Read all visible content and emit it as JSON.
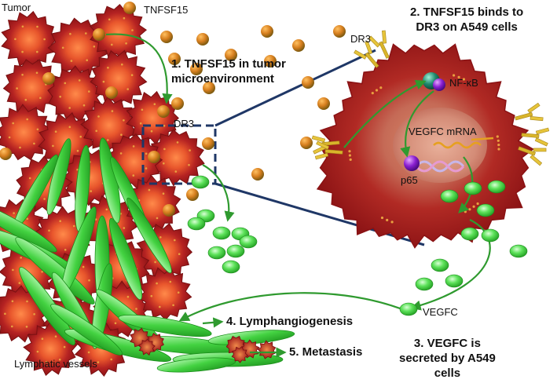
{
  "labels": {
    "tumor": "Tumor",
    "tnfsf15": "TNFSF15",
    "dr3_top": "DR3",
    "dr3_tumor": "DR3",
    "nfkb": "NF-κB",
    "vegfc_mrna": "VEGFC mRNA",
    "p65": "p65",
    "vegfc": "VEGFC",
    "lymphatic_vessels": "Lymphatic vessels"
  },
  "steps": {
    "step1_line1": "1. TNFSF15 in tumor",
    "step1_line2": "microenvironment",
    "step2_line1": "2. TNFSF15 binds to",
    "step2_line2": "DR3 on A549 cells",
    "step3_line1": "3. VEGFC is",
    "step3_line2": "secreted by A549",
    "step3_line3": "cells",
    "step4": "4. Lymphangiogenesis",
    "step5": "5. Metastasis"
  },
  "colors": {
    "tumor_cell": "#a3191c",
    "tumor_core": "#f06a3a",
    "tnfsf15": "#c9781c",
    "receptor": "#d9b52a",
    "vegfc": "#3fd63f",
    "arrow": "#2f9a2f",
    "callout": "#1f3766"
  }
}
